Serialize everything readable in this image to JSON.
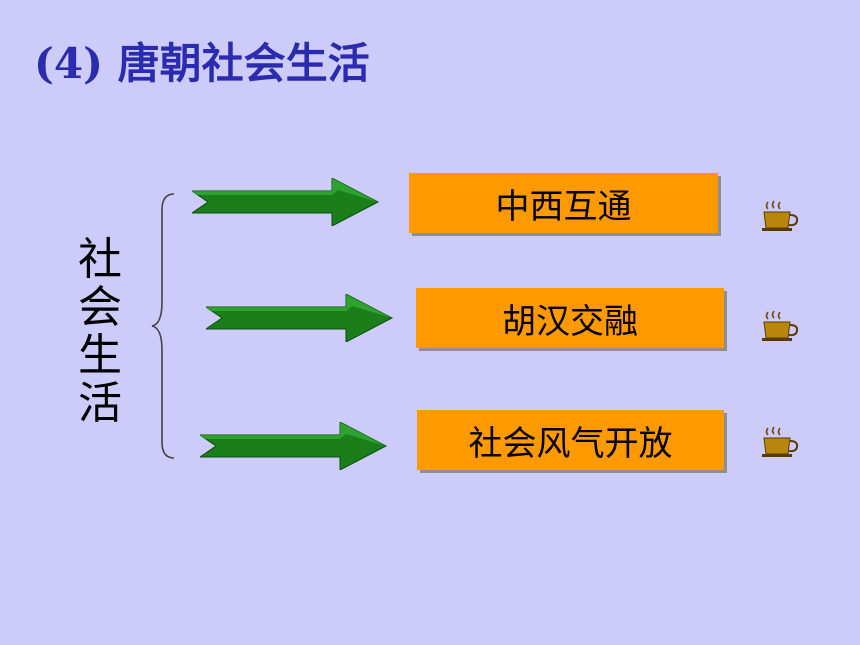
{
  "title": "(4) 唐朝社会生活",
  "side_label": [
    "社",
    "会",
    "生",
    "活"
  ],
  "items": [
    {
      "label": "中西互通"
    },
    {
      "label": "胡汉交融"
    },
    {
      "label": "社会风气开放"
    }
  ],
  "icons": {
    "arrow": "green-arrow-icon",
    "cup": "coffee-cup-icon"
  },
  "colors": {
    "background": "#cccbf9",
    "title": "#2b2bb0",
    "box": "#ff9900",
    "arrow": "#1a7f1a",
    "cup": "#b8860b"
  }
}
